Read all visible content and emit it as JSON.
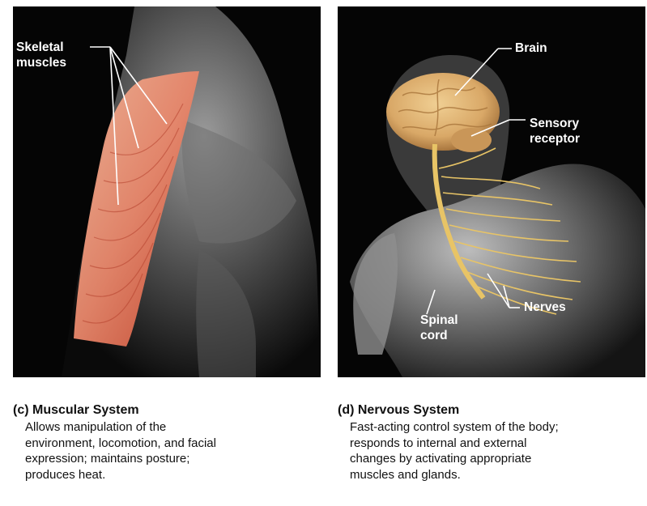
{
  "panel_c": {
    "label_skeletal_muscles": "Skeletal\nmuscles",
    "caption_title": "(c) Muscular System",
    "caption_text": "Allows manipulation of the\nenvironment, locomotion, and facial\nexpression; maintains posture;\nproduces heat."
  },
  "panel_d": {
    "label_brain": "Brain",
    "label_sensory_receptor": "Sensory\nreceptor",
    "label_nerves": "Nerves",
    "label_spinal_cord": "Spinal\ncord",
    "caption_title": "(d) Nervous System",
    "caption_text": "Fast-acting control system of the body;\nresponds to internal and external\nchanges by activating appropriate\nmuscles and glands."
  },
  "colors": {
    "background": "#050505",
    "muscle": "#e8866a",
    "nerve": "#e8c466",
    "brain": "#d9a867",
    "leader_line": "#ffffff"
  }
}
